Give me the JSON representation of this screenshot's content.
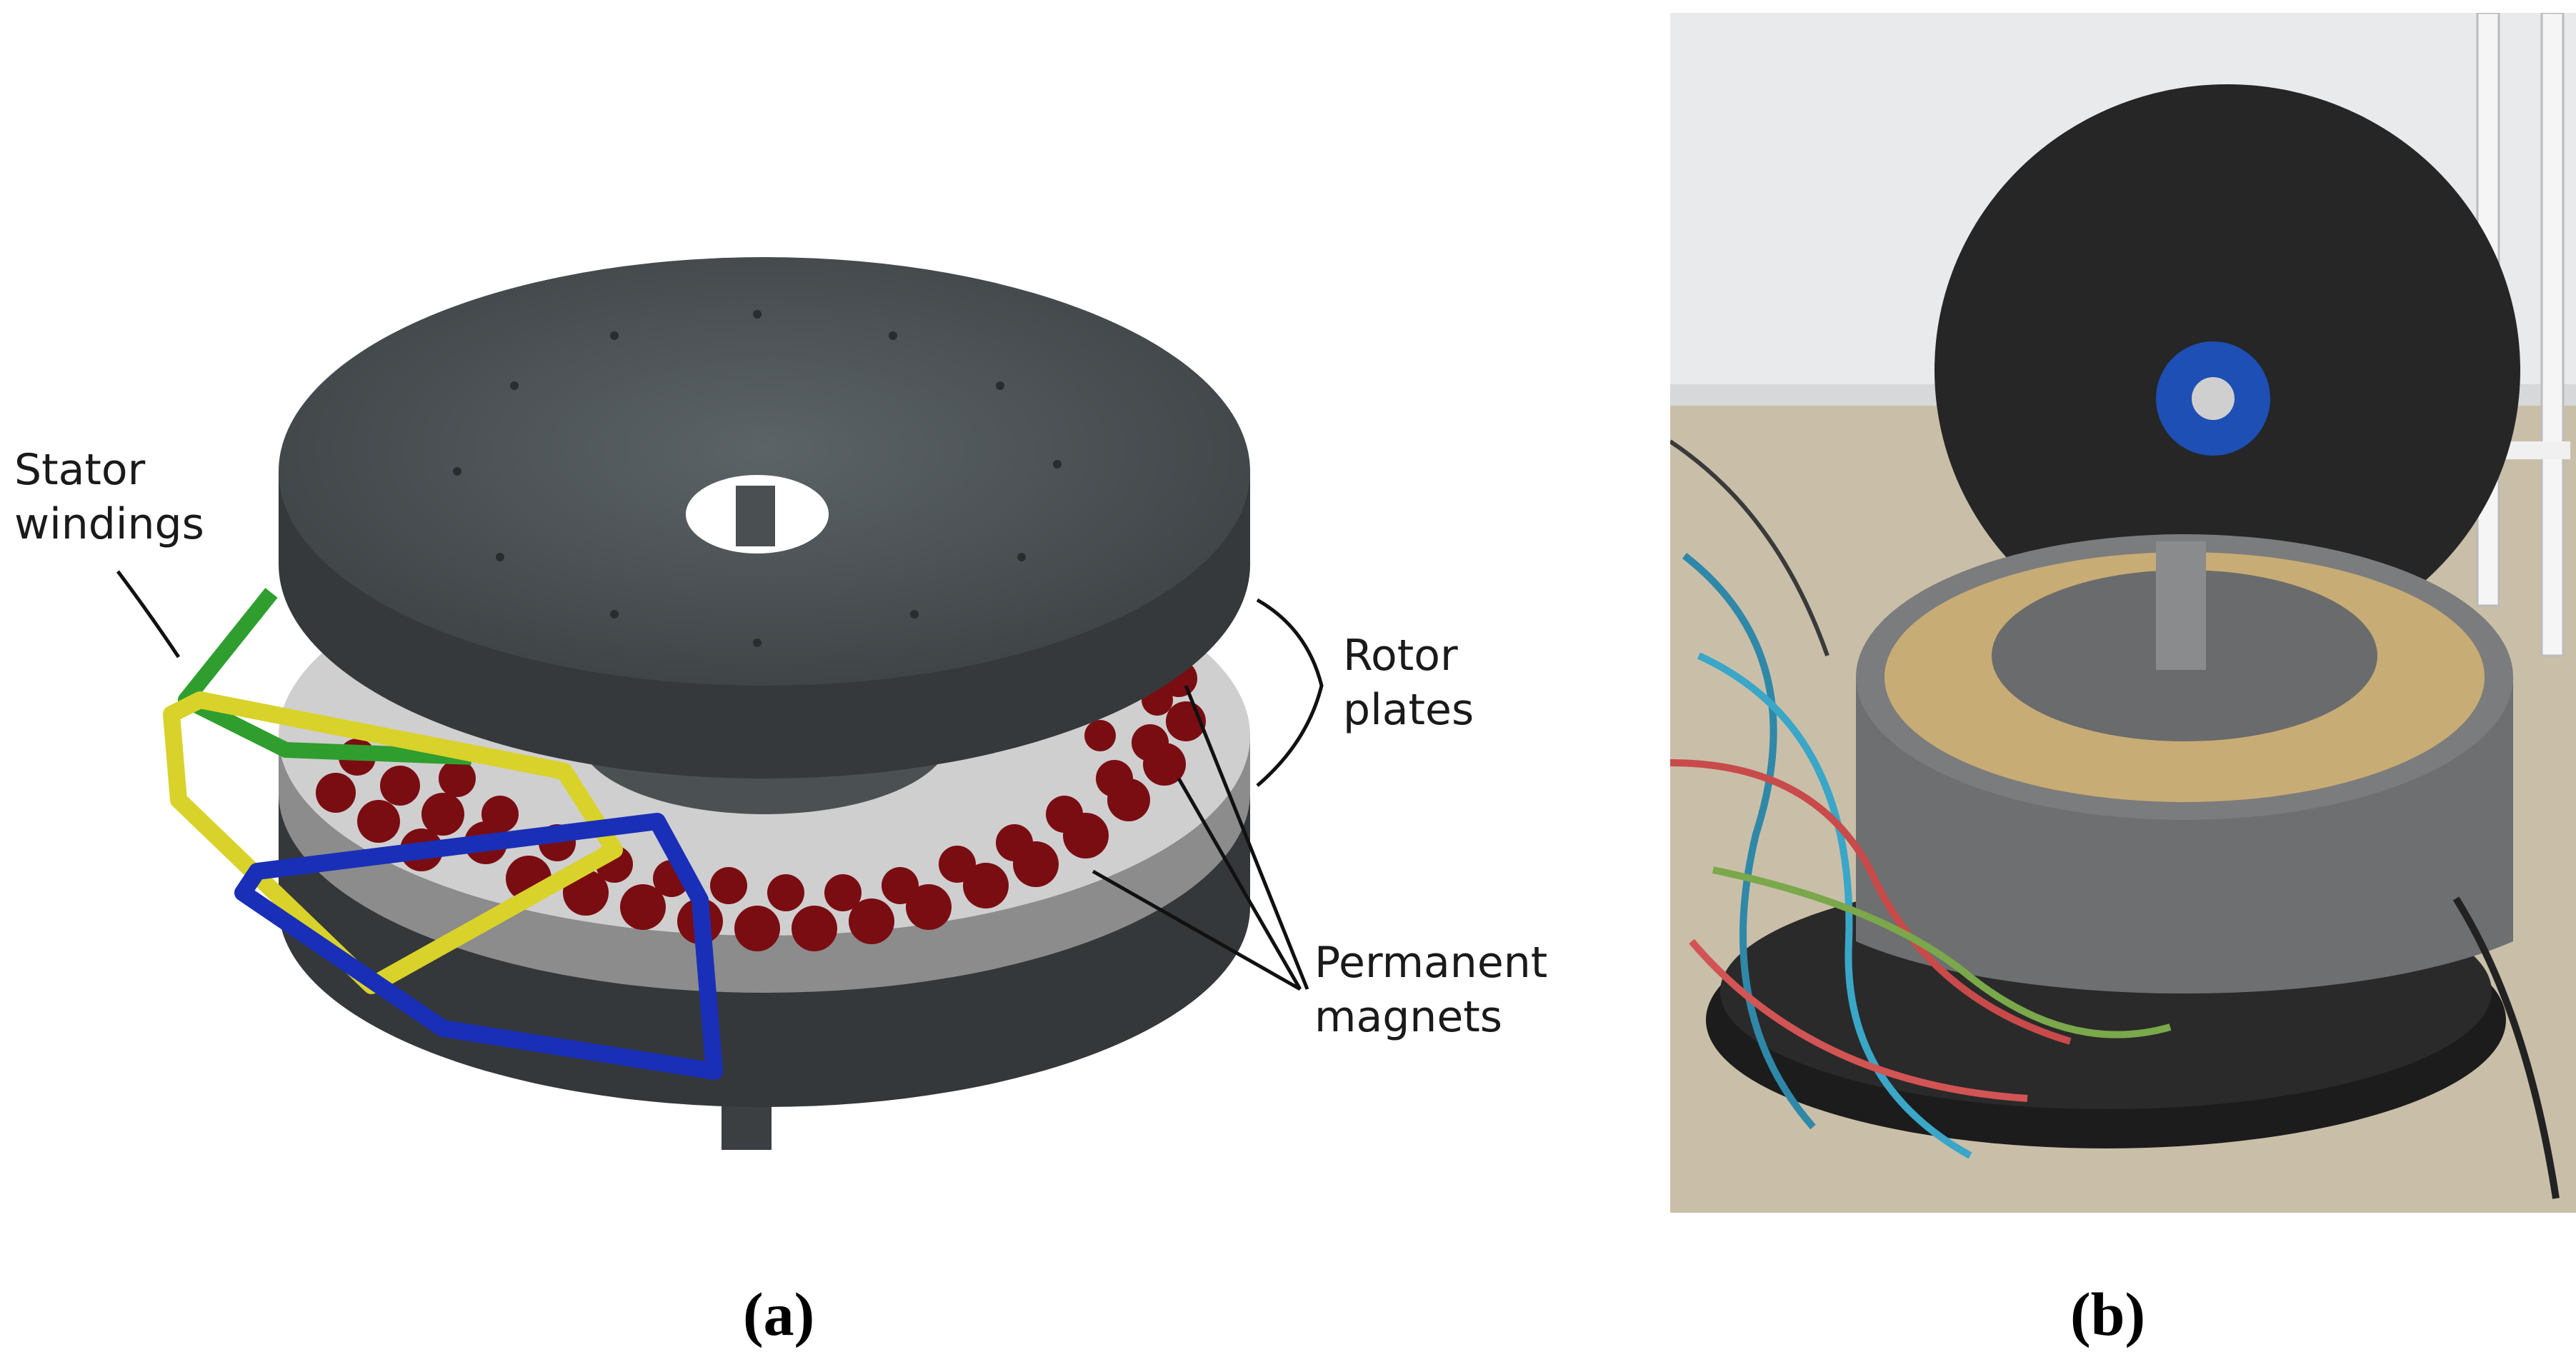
{
  "figure": {
    "panel_a": {
      "caption": "(a)",
      "labels": {
        "stator_line1": "Stator",
        "stator_line2": "windings",
        "rotor_line1": "Rotor",
        "rotor_line2": "plates",
        "magnets_line1": "Permanent",
        "magnets_line2": "magnets"
      }
    },
    "panel_b": {
      "caption": "(b)"
    }
  },
  "colors": {
    "rotor_plate": "#4a4f52",
    "stator_disc": "#c8c8c8",
    "magnet": "#7a0d12",
    "winding_green": "#2f9e2f",
    "winding_yellow": "#d9d22a",
    "winding_blue": "#1a2fb8",
    "hub_blue": "#1d4fb5"
  }
}
